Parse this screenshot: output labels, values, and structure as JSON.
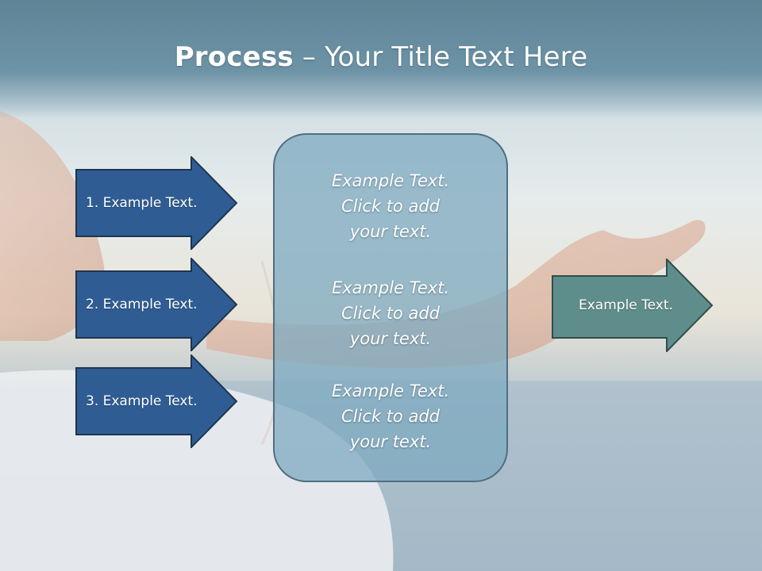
{
  "title": {
    "bold": "Process",
    "rest": " – Your Title Text Here"
  },
  "steps": [
    {
      "label": "1. Example Text."
    },
    {
      "label": "2. Example Text."
    },
    {
      "label": "3. Example Text."
    }
  ],
  "center": {
    "blocks": [
      {
        "line1": "Example Text.",
        "line2": "Click  to add",
        "line3": "your text."
      },
      {
        "line1": "Example Text.",
        "line2": "Click  to add",
        "line3": "your text."
      },
      {
        "line1": "Example Text.",
        "line2": "Click  to add",
        "line3": "your text."
      }
    ]
  },
  "output": {
    "label": "Example Text."
  },
  "colors": {
    "step_arrow": "#2f5d93",
    "output_arrow": "#5f8d8c",
    "center_box": "#8db4c7"
  }
}
